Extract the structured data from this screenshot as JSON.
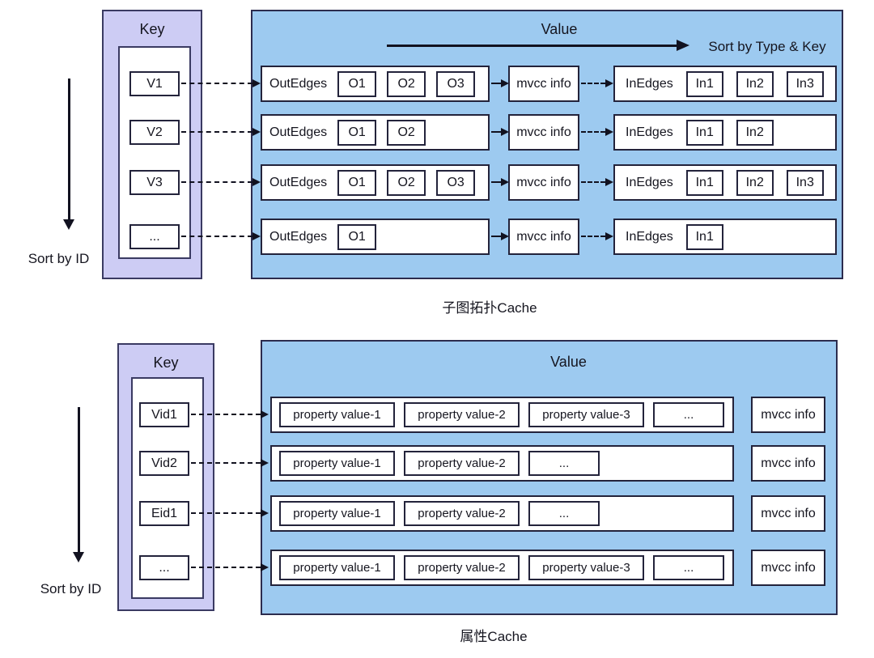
{
  "colors": {
    "value_fill": "#9dcaf0",
    "key_fill": "#cdccf4",
    "border_dark": "#2c2c4e",
    "arrow": "#121220",
    "cell_fill": "#ffffff"
  },
  "top_diagram": {
    "sort_axis_label": "Sort by ID",
    "key_header": "Key",
    "value_header": "Value",
    "sort_value_label": "Sort by Type & Key",
    "caption": "子图拓扑Cache",
    "out_label": "OutEdges",
    "in_label": "InEdges",
    "mvcc_label": "mvcc info",
    "keys": [
      "V1",
      "V2",
      "V3",
      "..."
    ],
    "rows": [
      {
        "out": [
          "O1",
          "O2",
          "O3"
        ],
        "in": [
          "In1",
          "In2",
          "In3"
        ]
      },
      {
        "out": [
          "O1",
          "O2"
        ],
        "in": [
          "In1",
          "In2"
        ]
      },
      {
        "out": [
          "O1",
          "O2",
          "O3"
        ],
        "in": [
          "In1",
          "In2",
          "In3"
        ]
      },
      {
        "out": [
          "O1"
        ],
        "in": [
          "In1"
        ]
      }
    ]
  },
  "bottom_diagram": {
    "sort_axis_label": "Sort by ID",
    "key_header": "Key",
    "value_header": "Value",
    "caption": "属性Cache",
    "mvcc_label": "mvcc info",
    "keys": [
      "Vid1",
      "Vid2",
      "Eid1",
      "..."
    ],
    "rows": [
      {
        "cells": [
          "property value-1",
          "property value-2",
          "property value-3",
          "..."
        ]
      },
      {
        "cells": [
          "property value-1",
          "property value-2",
          "..."
        ]
      },
      {
        "cells": [
          "property value-1",
          "property value-2",
          "..."
        ]
      },
      {
        "cells": [
          "property value-1",
          "property value-2",
          "property value-3",
          "..."
        ]
      }
    ]
  }
}
